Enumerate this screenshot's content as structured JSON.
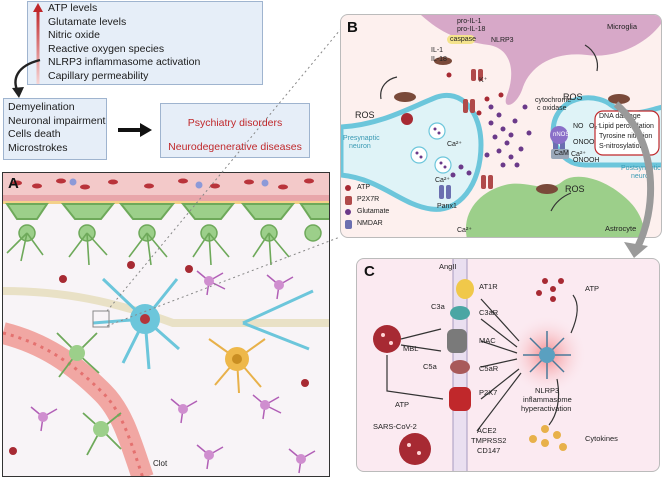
{
  "top_list": {
    "items": [
      "ATP levels",
      "Glutamate levels",
      "Nitric oxide",
      "Reactive oxygen species",
      "NLRP3 inflammasome activation",
      "Capillary permeability"
    ]
  },
  "effects_list": {
    "items": [
      "Demyelination",
      "Neuronal impairment",
      "Cells death",
      "Microstrokes"
    ]
  },
  "outcomes": {
    "items": [
      "Psychiatry disorders",
      "Neurodegenerative diseases"
    ]
  },
  "panel_a": {
    "label": "A",
    "clot": "Clot"
  },
  "panel_b": {
    "label": "B",
    "microglia": "Microglia",
    "pro_il1": "pro-IL-1",
    "pro_il18": "pro-IL-18",
    "caspase": "caspase",
    "nlrp3": "NLRP3",
    "il1": "IL-1",
    "il18": "IL-18",
    "k": "K⁺",
    "ros_left": "ROS",
    "ros_right": "ROS",
    "ros_astro": "ROS",
    "cyto1": "cytochrome",
    "cyto2": "c oxidase",
    "no": "NO",
    "o2": "O₂⁻",
    "onoo": "ONOO",
    "ononh": "ONOOH",
    "nnos": "nNOS",
    "cam": "CaM",
    "ca_a": "Ca²⁺",
    "ca_b": "Ca²⁺",
    "ca_c": "Ca²⁺",
    "ca_d": "Ca²⁺",
    "dmg1": "DNA damage",
    "dmg2": "Lipid peroxidation",
    "dmg3": "Tyrosine nitration",
    "dmg4": "S-nitrosylation",
    "presyn1": "Presynaptic",
    "presyn2": "neuron",
    "postsyn1": "Postsynaptic",
    "postsyn2": "neuron",
    "panx": "Panx1",
    "astrocyte": "Astrocyte",
    "legend": [
      "ATP",
      "P2X7R",
      "Glutamate",
      "NMDAR"
    ]
  },
  "panel_c": {
    "label": "C",
    "angii": "AngII",
    "at1r": "AT1R",
    "atp_top": "ATP",
    "c3a": "C3a",
    "c3ar": "C3aR",
    "mbl": "MBL",
    "mac": "MAC",
    "c5a": "C5a",
    "c5ar": "C5aR",
    "p2x7": "P2X7",
    "atp_left": "ATP",
    "nlrp3_1": "NLRP3",
    "nlrp3_2": "inflammasome",
    "nlrp3_3": "hyperactivation",
    "sars": "SARS-CoV-2",
    "ace2": "ACE2",
    "tmprss2": "TMPRSS2",
    "cd147": "CD147",
    "cytokines": "Cytokines"
  },
  "colors": {
    "accent_red": "#c0282b",
    "box_fill": "#e6eef8",
    "panel_b_fill": "#fdf0ee",
    "panel_c_fill": "#fbeaf1",
    "neuron_blue": "#6cc6db",
    "microglia_pink": "#d7a8c8",
    "astro_green": "#9ccf8a"
  },
  "icons": [
    "up-arrow-icon",
    "curved-arrow-icon",
    "right-arrow-icon",
    "virus-icon",
    "atp-dot-icon",
    "p2x7r-channel-icon",
    "glutamate-dot-icon",
    "nmdar-channel-icon",
    "mitochondrion-icon"
  ]
}
